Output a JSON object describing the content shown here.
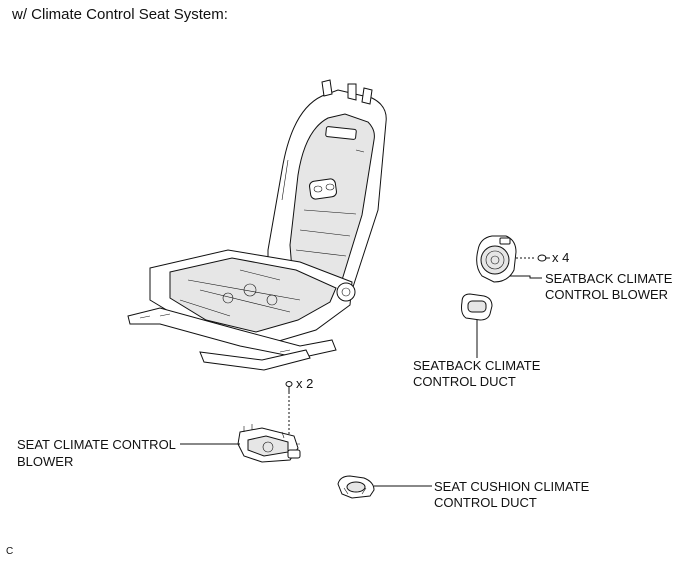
{
  "heading": "w/ Climate Control Seat System:",
  "labels": {
    "seatback_blower_line1": "SEATBACK CLIMATE",
    "seatback_blower_line2": "CONTROL BLOWER",
    "seatback_duct_line1": "SEATBACK CLIMATE",
    "seatback_duct_line2": "CONTROL DUCT",
    "seat_blower_line1": "SEAT CLIMATE CONTROL",
    "seat_blower_line2": "BLOWER",
    "cushion_duct_line1": "SEAT CUSHION CLIMATE",
    "cushion_duct_line2": "CONTROL DUCT",
    "screw_count_back": "x 4",
    "screw_count_seat": "x 2"
  },
  "corner_mark": "C",
  "icons": [
    "seat-frame-illustration",
    "seatback-blower-illustration",
    "seatback-duct-illustration",
    "seat-blower-illustration",
    "cushion-duct-illustration",
    "screw-icon"
  ]
}
